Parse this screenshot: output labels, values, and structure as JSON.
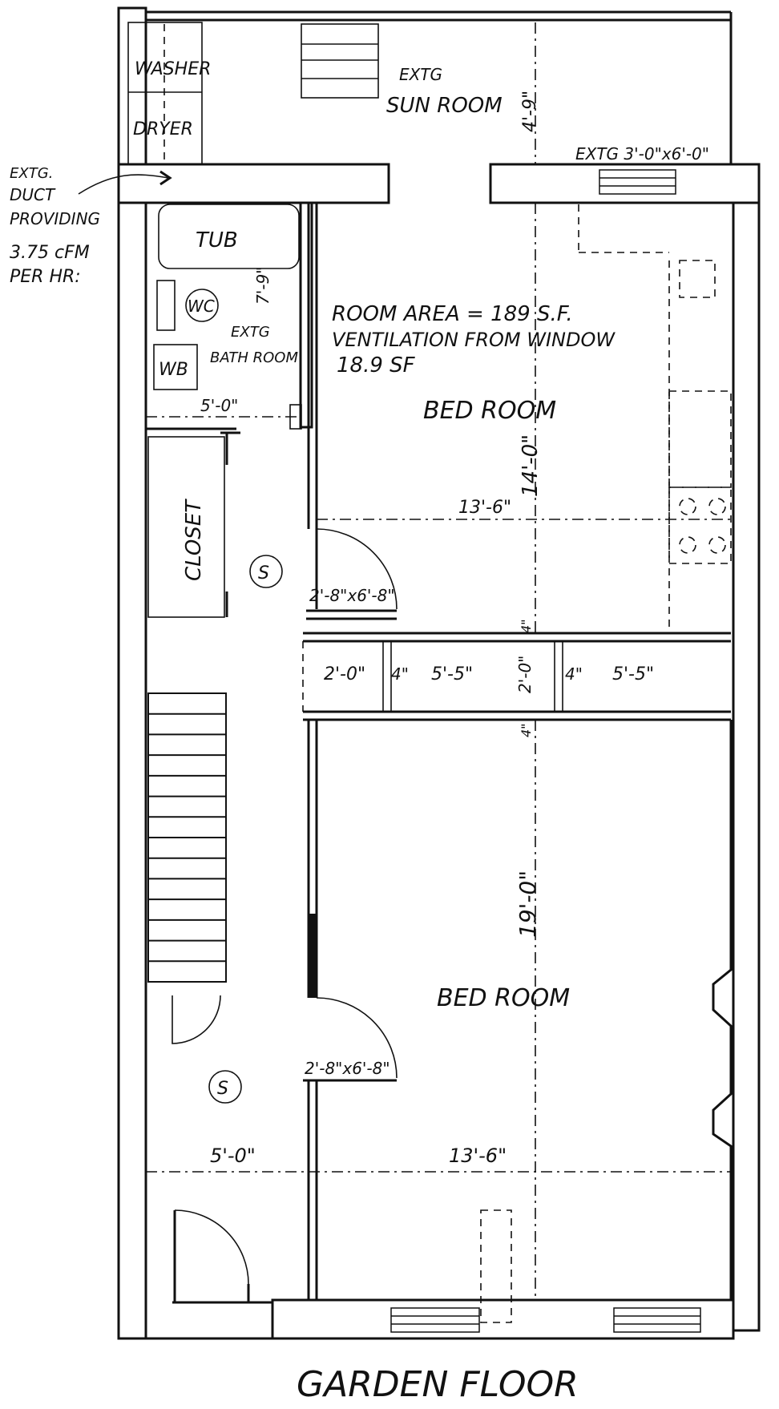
{
  "title": "GARDEN FLOOR",
  "annotations": {
    "duct": [
      "EXTG.",
      "DUCT",
      "PROVIDING",
      "3.75 cFM",
      "PER HR:"
    ],
    "room_area": "ROOM AREA = 189 S.F.",
    "ventilation": "VENTILATION FROM WINDOW",
    "ventilation_value": "18.9 SF"
  },
  "rooms": {
    "sun_room": [
      "EXTG",
      "SUN ROOM"
    ],
    "bath_room": [
      "EXTG",
      "BATH ROOM"
    ],
    "bed_room_1": "BED ROOM",
    "bed_room_2": "BED ROOM",
    "closet": "CLOSET"
  },
  "fixtures": {
    "washer": "WASHER",
    "dryer": "DRYER",
    "tub": "TUB",
    "wc": "WC",
    "wb": "WB",
    "smoke_1": "S",
    "smoke_2": "S"
  },
  "dimensions": {
    "sun_room_depth": "4'-9\"",
    "window_top": "EXTG 3'-0\"x6'-0\"",
    "bath_depth": "7'-9\"",
    "bath_width": "5'-0\"",
    "bed1_depth": "14'-0\"",
    "bed1_width": "13'-6\"",
    "door_1": "2'-8\"x6'-8\"",
    "closet_a": "2'-0\"",
    "closet_b": "4\"",
    "closet_c": "5'-5\"",
    "closet_d": "2'-0\"",
    "closet_e": "4\"",
    "closet_f": "5'-5\"",
    "partition_1": "4\"",
    "partition_2": "4\"",
    "bed2_depth": "19'-0\"",
    "door_2": "2'-8\"x6'-8\"",
    "hall_width": "5'-0\"",
    "bed2_width": "13'-6\""
  }
}
